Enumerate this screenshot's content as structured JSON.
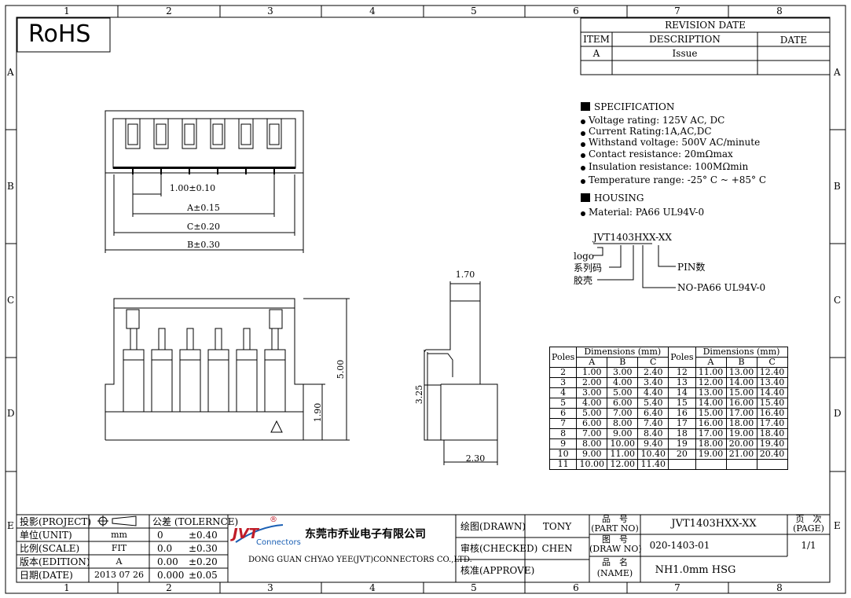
{
  "grid": {
    "columns": [
      "1",
      "2",
      "3",
      "4",
      "5",
      "6",
      "7",
      "8"
    ],
    "rows": [
      "A",
      "B",
      "C",
      "D",
      "E"
    ]
  },
  "rohs": "RoHS",
  "revision": {
    "title": "REVISION DATE",
    "headers": [
      "ITEM",
      "DESCRIPTION",
      "DATE"
    ],
    "rows": [
      [
        "A",
        "Issue",
        ""
      ]
    ]
  },
  "specification": {
    "heading": "SPECIFICATION",
    "items": [
      "Voltage rating: 125V AC, DC",
      "Current Rating:1A,AC,DC",
      "Withstand voltage: 500V AC/minute",
      "Contact resistance: 20mΩmax",
      "Insulation resistance: 100MΩmin",
      "Temperature range: -25° C ~ +85° C"
    ]
  },
  "housing": {
    "heading": "HOUSING",
    "items": [
      "Material: PA66 UL94V-0"
    ]
  },
  "part_code": {
    "code": "JVT1403HXX-XX",
    "labels": [
      "logo",
      "系列码",
      "胶壳"
    ],
    "pin_label": "PIN数",
    "material_label": "NO-PA66 UL94V-0"
  },
  "dimensions": {
    "top_view": [
      "1.00±0.10",
      "A±0.15",
      "C±0.20",
      "B±0.30"
    ],
    "front_height": "5.00",
    "front_lower": "1.90",
    "side_top": "1.70",
    "side_height": "3.25",
    "side_bottom": "2.30"
  },
  "dim_table": {
    "poles_label": "Poles",
    "group_label": "Dimensions (mm)",
    "cols": [
      "A",
      "B",
      "C"
    ],
    "left": [
      [
        "2",
        "1.00",
        "3.00",
        "2.40"
      ],
      [
        "3",
        "2.00",
        "4.00",
        "3.40"
      ],
      [
        "4",
        "3.00",
        "5.00",
        "4.40"
      ],
      [
        "5",
        "4.00",
        "6.00",
        "5.40"
      ],
      [
        "6",
        "5.00",
        "7.00",
        "6.40"
      ],
      [
        "7",
        "6.00",
        "8.00",
        "7.40"
      ],
      [
        "8",
        "7.00",
        "9.00",
        "8.40"
      ],
      [
        "9",
        "8.00",
        "10.00",
        "9.40"
      ],
      [
        "10",
        "9.00",
        "11.00",
        "10.40"
      ],
      [
        "11",
        "10.00",
        "12.00",
        "11.40"
      ]
    ],
    "right": [
      [
        "12",
        "11.00",
        "13.00",
        "12.40"
      ],
      [
        "13",
        "12.00",
        "14.00",
        "13.40"
      ],
      [
        "14",
        "13.00",
        "15.00",
        "14.40"
      ],
      [
        "15",
        "14.00",
        "16.00",
        "15.40"
      ],
      [
        "16",
        "15.00",
        "17.00",
        "16.40"
      ],
      [
        "17",
        "16.00",
        "18.00",
        "17.40"
      ],
      [
        "18",
        "17.00",
        "19.00",
        "18.40"
      ],
      [
        "19",
        "18.00",
        "20.00",
        "19.40"
      ],
      [
        "20",
        "19.00",
        "21.00",
        "20.40"
      ],
      [
        "",
        "",
        "",
        ""
      ]
    ]
  },
  "title_block": {
    "project_label": "投影(PROJECT)",
    "unit_label": "单位(UNIT)",
    "unit_value": "mm",
    "scale_label": "比例(SCALE)",
    "scale_value": "FIT",
    "edition_label": "版本(EDITION)",
    "edition_value": "A",
    "date_label": "日期(DATE)",
    "date_value": "2013 07 26",
    "tolerance_label": "公差 (TOLERNCE)",
    "tolerances": [
      [
        "0",
        "±0.40"
      ],
      [
        "0.0",
        "±0.30"
      ],
      [
        "0.00",
        "±0.20"
      ],
      [
        "0.000",
        "±0.05"
      ]
    ],
    "logo_text": "JVT",
    "logo_sub": "Connectors",
    "logo_mark": "®",
    "company_cn": "东莞市乔业电子有限公司",
    "company_en": "DONG GUAN CHYAO YEE(JVT)CONNECTORS CO.,LTD.",
    "drawn_label": "绘图(DRAWN)",
    "drawn_value": "TONY",
    "checked_label": "审核(CHECKED)",
    "checked_value": "CHEN",
    "approve_label": "核准(APPROVE)",
    "part_no_label_cn": "品　号",
    "part_no_label_en": "(PART NO)",
    "part_no_value": "JVT1403HXX-XX",
    "draw_no_label_cn": "图　号",
    "draw_no_label_en": "(DRAW NO)",
    "draw_no_value": "020-1403-01",
    "name_label_cn": "品　名",
    "name_label_en": "(NAME)",
    "name_value": "NH1.0mm HSG",
    "page_label_cn": "页　次",
    "page_label_en": "(PAGE)",
    "page_value": "1/1"
  }
}
